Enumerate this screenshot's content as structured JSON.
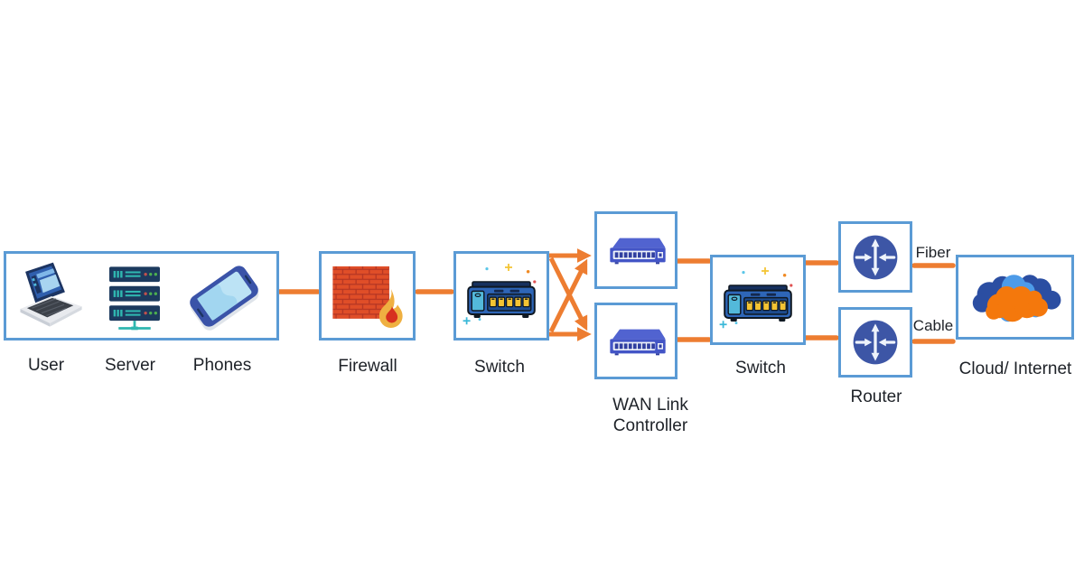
{
  "colors": {
    "background": "#FFFFFF",
    "connector": "#ED7D31",
    "box_border": "#5B9BD5",
    "label_text": "#1E2228",
    "switch_blue": "#2E66B8",
    "switch_panel_cyan": "#53B9DA",
    "port_yellow": "#F4C433",
    "wan_blue": "#4355C6",
    "wan_port_bg": "#EFF3FA",
    "router_blue": "#3D56A6",
    "brick_red": "#E04E28",
    "mortar_red": "#B23524",
    "flame_gold": "#EFB041",
    "flame_red": "#D7301F",
    "cloud_dark_blue": "#2B4EA2",
    "cloud_light_blue": "#4D9BE8",
    "cloud_orange": "#F4780C",
    "server_navy": "#1C3A5E",
    "server_teal": "#2FB7B0"
  },
  "labels": {
    "user": "User",
    "server": "Server",
    "phones": "Phones",
    "firewall": "Firewall",
    "switch1": "Switch",
    "wan_line1": "WAN Link",
    "wan_line2": "Controller",
    "switch2": "Switch",
    "router": "Router",
    "cloud": "Cloud/ Internet",
    "fiber": "Fiber",
    "cable": "Cable"
  },
  "icons": {
    "laptop": "laptop-icon",
    "server_rack": "server-rack-icon",
    "smartphone": "smartphone-icon",
    "firewall": "firewall-brick-flame-icon",
    "switch": "network-switch-icon",
    "wan_controller": "wan-link-controller-icon",
    "router": "router-arrows-icon",
    "cloud": "cloud-icon"
  }
}
